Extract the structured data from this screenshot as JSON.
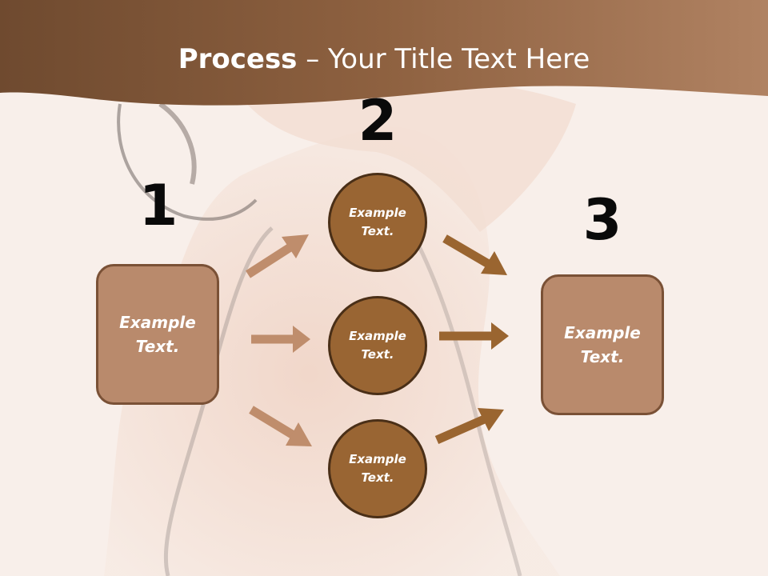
{
  "title": {
    "bold": "Process",
    "rest": " – Your Title Text Here"
  },
  "steps": {
    "one": "1",
    "two": "2",
    "three": "3"
  },
  "left_box": {
    "text": "Example Text."
  },
  "circles": [
    {
      "text": "Example Text."
    },
    {
      "text": "Example Text."
    },
    {
      "text": "Example Text."
    }
  ],
  "right_box": {
    "text": "Example Text."
  },
  "colors": {
    "header": "#7a4f30",
    "box_fill": "#b98a6c",
    "circle_fill": "#996533",
    "arrow_light": "#bf8d6c",
    "arrow_dark": "#9a6530"
  }
}
